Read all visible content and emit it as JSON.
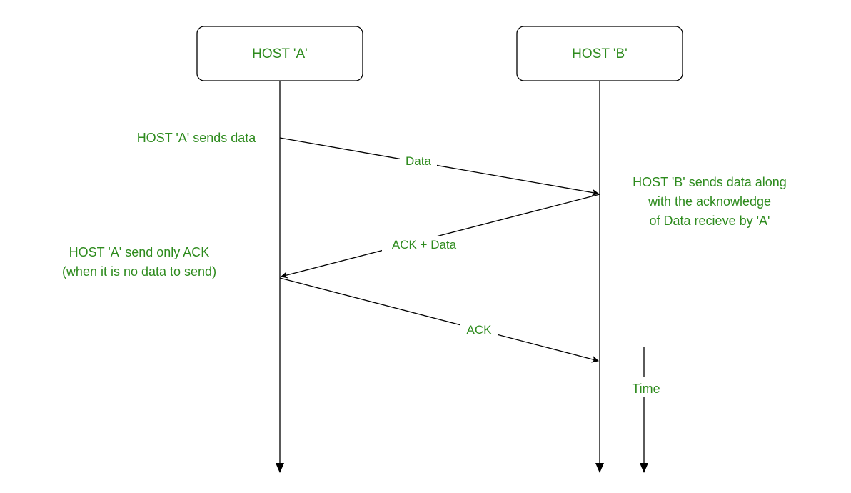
{
  "hosts": {
    "a": {
      "label": "HOST 'A'"
    },
    "b": {
      "label": "HOST 'B'"
    }
  },
  "messages": {
    "data": {
      "label": "Data"
    },
    "ack_data": {
      "label": "ACK + Data"
    },
    "ack": {
      "label": "ACK"
    }
  },
  "notes": {
    "a_sends": "HOST 'A' sends data",
    "b_sends": {
      "line1": "HOST 'B' sends data along",
      "line2": "with the acknowledge",
      "line3": "of Data recieve by 'A'"
    },
    "a_ack_only": {
      "line1": "HOST 'A' send only ACK",
      "line2": "(when it is no data to send)"
    }
  },
  "time_label": "Time",
  "colors": {
    "text": "#2e8b1e",
    "line": "#000000",
    "box_border": "#000000"
  }
}
